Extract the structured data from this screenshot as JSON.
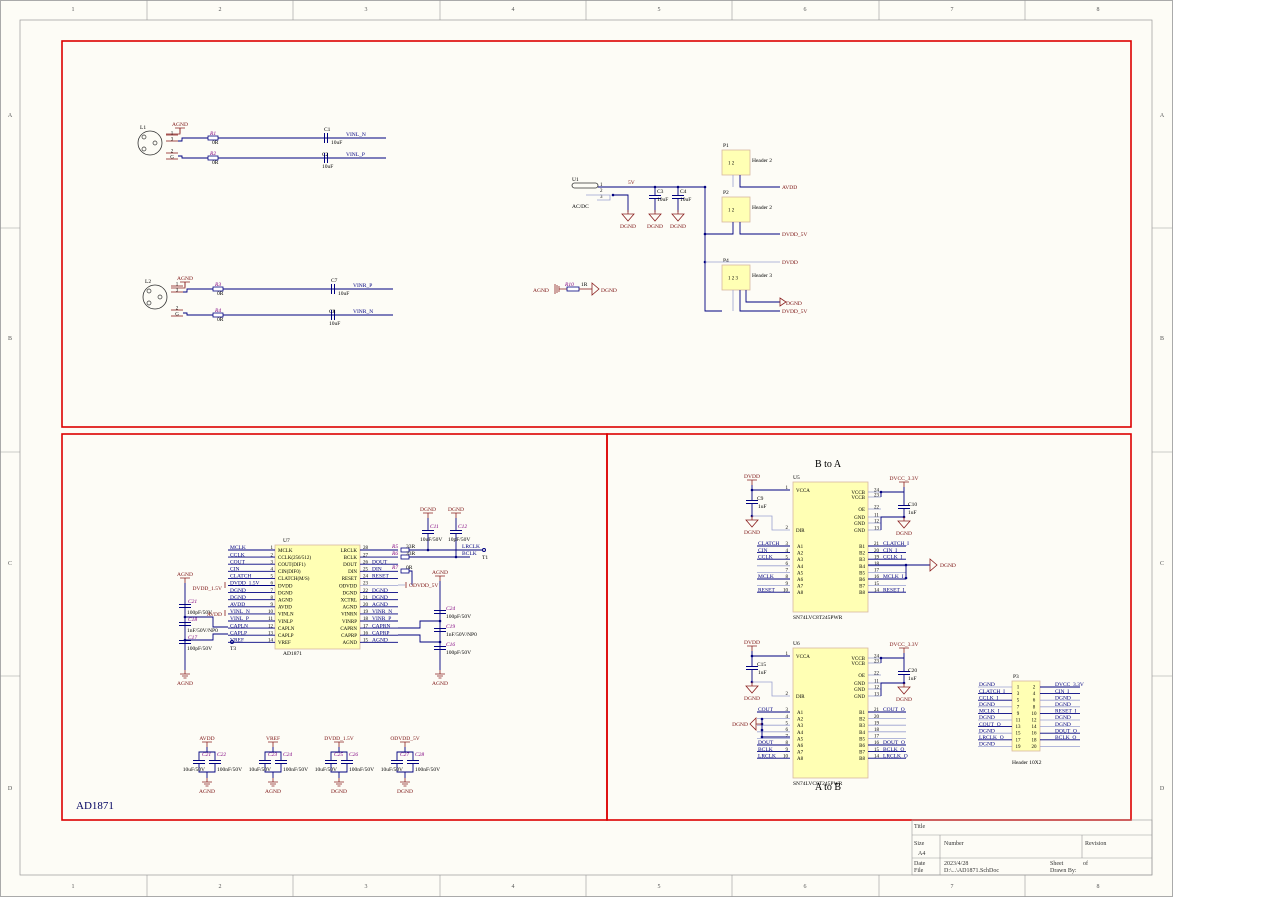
{
  "sheet": {
    "col_labels": [
      "1",
      "2",
      "3",
      "4",
      "5",
      "6",
      "7",
      "8"
    ],
    "row_labels": [
      "A",
      "B",
      "C",
      "D"
    ],
    "section_title": "AD1871"
  },
  "inputs": {
    "l1": {
      "ref": "L1",
      "gnd": "AGND",
      "pins": [
        "1",
        "3",
        "2",
        "G"
      ]
    },
    "r1": {
      "ref": "R1",
      "val": "0R"
    },
    "r2": {
      "ref": "R2",
      "val": "0R"
    },
    "c1": {
      "ref": "C1",
      "val": "10uF",
      "net": "VINL_N"
    },
    "c2": {
      "ref": "C2",
      "val": "10uF",
      "net": "VINL_P"
    },
    "l2": {
      "ref": "L2",
      "gnd": "AGND",
      "pins": [
        "1",
        "3",
        "2",
        "G"
      ]
    },
    "r3": {
      "ref": "R3",
      "val": "0R"
    },
    "r4": {
      "ref": "R4",
      "val": "0R"
    },
    "c7": {
      "ref": "C7",
      "val": "10uF",
      "net": "VINR_P"
    },
    "c8": {
      "ref": "C8",
      "val": "10uF",
      "net": "VINR_N"
    }
  },
  "power": {
    "u1": {
      "ref": "U1",
      "name": "AC/DC",
      "pins": [
        "1",
        "2",
        "3"
      ]
    },
    "net_5v": "5V",
    "c3": {
      "ref": "C3",
      "val": "10uF"
    },
    "c4": {
      "ref": "C4",
      "val": "10uF"
    },
    "grounds": [
      "DGND",
      "DGND",
      "DGND"
    ],
    "p1": {
      "ref": "P1",
      "name": "Header 2",
      "pins": "1  2",
      "net": "AVDD"
    },
    "p2": {
      "ref": "P2",
      "name": "Header 2",
      "pins": "1  2",
      "net": "DVDD_5V"
    },
    "dvdd": "DVDD",
    "p4": {
      "ref": "P4",
      "name": "Header 3",
      "pins": "1  2  3",
      "net1": "DGND",
      "net2": "DVDD_5V"
    },
    "r10": {
      "left": "AGND",
      "ref": "R10",
      "val": "1R",
      "right": "DGND"
    }
  },
  "adc": {
    "u7": {
      "ref": "U7",
      "part": "AD1871"
    },
    "left_pins": [
      {
        "num": "1",
        "name": "MCLK",
        "net": "MCLK"
      },
      {
        "num": "2",
        "name": "CCLK(256/512)",
        "net": "CCLK"
      },
      {
        "num": "3",
        "name": "COUT(DIF1)",
        "net": "COUT"
      },
      {
        "num": "4",
        "name": "CIN(DIF0)",
        "net": "CIN"
      },
      {
        "num": "5",
        "name": "CLATCH(M/S)",
        "net": "CLATCH"
      },
      {
        "num": "6",
        "name": "DVDD",
        "net": "DVDD_1.5V"
      },
      {
        "num": "7",
        "name": "DGND",
        "net": "DGND"
      },
      {
        "num": "8",
        "name": "AGND",
        "net": "DGND"
      },
      {
        "num": "9",
        "name": "AVDD",
        "net": "AVDD"
      },
      {
        "num": "10",
        "name": "VINLN",
        "net": "VINL_N"
      },
      {
        "num": "11",
        "name": "VINLP",
        "net": "VINL_P"
      },
      {
        "num": "12",
        "name": "CAPLN",
        "net": "CAPLN"
      },
      {
        "num": "13",
        "name": "CAPLP",
        "net": "CAPLP"
      },
      {
        "num": "14",
        "name": "VREF",
        "net": "VREF"
      }
    ],
    "right_pins": [
      {
        "num": "28",
        "name": "LRCLK",
        "net": ""
      },
      {
        "num": "27",
        "name": "BCLK",
        "net": ""
      },
      {
        "num": "26",
        "name": "DOUT",
        "net": "DOUT"
      },
      {
        "num": "25",
        "name": "DIN",
        "net": "DIN"
      },
      {
        "num": "24",
        "name": "RESET",
        "net": "RESET"
      },
      {
        "num": "23",
        "name": "ODVDD",
        "net": ""
      },
      {
        "num": "22",
        "name": "DGND",
        "net": "DGND"
      },
      {
        "num": "21",
        "name": "XCTRL",
        "net": "DGND"
      },
      {
        "num": "20",
        "name": "AGND",
        "net": "AGND"
      },
      {
        "num": "19",
        "name": "VINRN",
        "net": "VINR_N"
      },
      {
        "num": "18",
        "name": "VINRP",
        "net": "VINR_P"
      },
      {
        "num": "17",
        "name": "CAPRN",
        "net": "CAPRN"
      },
      {
        "num": "16",
        "name": "CAPRP",
        "net": "CAPRP"
      },
      {
        "num": "15",
        "name": "AGND",
        "net": "AGND"
      }
    ],
    "r5": {
      "ref": "R5",
      "val": "33R"
    },
    "r6": {
      "ref": "R6",
      "val": "33R"
    },
    "r7": {
      "ref": "R7",
      "val": "0R"
    },
    "lrclk": "LRCLK",
    "bclk": "BCLK",
    "t1": "T1",
    "t3": "T3",
    "c11": {
      "ref": "C11",
      "val": "10uF/50V",
      "gnd": "DGND"
    },
    "c12": {
      "ref": "C12",
      "val": "10pF/50V",
      "gnd": "DGND"
    },
    "dvdd15": "DVDD_1.5V",
    "avdd": "AVDD",
    "odvdd": "ODVDD_5V",
    "left_caps": [
      {
        "ref": "C21",
        "val": "100pF/50V"
      },
      {
        "ref": "C18",
        "val": "1nF/50V/NP0"
      },
      {
        "ref": "C17",
        "val": "100pF/50V"
      }
    ],
    "right_caps": [
      {
        "ref": "C24",
        "val": "100pF/50V"
      },
      {
        "ref": "C19",
        "val": "1nF/50V/NP0"
      },
      {
        "ref": "C16",
        "val": "100pF/50V"
      }
    ],
    "agnd": "AGND",
    "decoupling": [
      {
        "rail": "AVDD",
        "c1": "C21",
        "c2": "C22",
        "v1": "10uF/50V",
        "v2": "100nF/50V",
        "gnd": "AGND"
      },
      {
        "rail": "VREF",
        "c1": "C23",
        "c2": "C24",
        "v1": "10uF/50V",
        "v2": "100nF/50V",
        "gnd": "AGND"
      },
      {
        "rail": "DVDD_1.5V",
        "c1": "C25",
        "c2": "C26",
        "v1": "10uF/50V",
        "v2": "100nF/50V",
        "gnd": "DGND"
      },
      {
        "rail": "ODVDD_5V",
        "c1": "C27",
        "c2": "C28",
        "v1": "10uF/50V",
        "v2": "100nF/50V",
        "gnd": "DGND"
      }
    ]
  },
  "shifters": [
    {
      "heading": "B to A",
      "ref": "U5",
      "part": "SN74LVC8T245PWR",
      "vcca_net": "DVDD",
      "vccb_net": "DVCC_3.3V",
      "ca": {
        "ref": "C9",
        "val": "1uF"
      },
      "cb": {
        "ref": "C10",
        "val": "1uF"
      },
      "gnd": "DGND",
      "extra_gnd": "DGND",
      "ctrl_left": [
        {
          "num": "1",
          "name": "VCCA"
        },
        {
          "num": "2",
          "name": "DIR"
        }
      ],
      "ctrl_right": [
        {
          "num": "24",
          "name": "VCCB"
        },
        {
          "num": "23",
          "name": "VCCB"
        },
        {
          "num": "22",
          "name": "OE"
        },
        {
          "num": "11",
          "name": "GND"
        },
        {
          "num": "12",
          "name": "GND"
        },
        {
          "num": "13",
          "name": "GND"
        }
      ],
      "a": [
        {
          "num": "3",
          "name": "A1",
          "net": "CLATCH"
        },
        {
          "num": "4",
          "name": "A2",
          "net": "CIN"
        },
        {
          "num": "5",
          "name": "A3",
          "net": "CCLK"
        },
        {
          "num": "6",
          "name": "A4",
          "net": ""
        },
        {
          "num": "7",
          "name": "A5",
          "net": ""
        },
        {
          "num": "8",
          "name": "A6",
          "net": "MCLK"
        },
        {
          "num": "9",
          "name": "A7",
          "net": ""
        },
        {
          "num": "10",
          "name": "A8",
          "net": "RESET"
        }
      ],
      "b": [
        {
          "num": "21",
          "name": "B1",
          "net": "CLATCH_I"
        },
        {
          "num": "20",
          "name": "B2",
          "net": "CIN_I"
        },
        {
          "num": "19",
          "name": "B3",
          "net": "CCLK_I"
        },
        {
          "num": "18",
          "name": "B4",
          "net": ""
        },
        {
          "num": "17",
          "name": "B5",
          "net": ""
        },
        {
          "num": "16",
          "name": "B6",
          "net": "MCLK_I"
        },
        {
          "num": "15",
          "name": "B7",
          "net": ""
        },
        {
          "num": "14",
          "name": "B8",
          "net": "RESET_I"
        }
      ]
    },
    {
      "heading": "A to B",
      "ref": "U6",
      "part": "SN74LVC8T245PWR",
      "vcca_net": "DVDD",
      "vccb_net": "DVCC_3.3V",
      "ca": {
        "ref": "C15",
        "val": "1uF"
      },
      "cb": {
        "ref": "C20",
        "val": "1uF"
      },
      "gnd": "DGND",
      "extra_gnd": "DGND",
      "ctrl_left": [
        {
          "num": "1",
          "name": "VCCA"
        },
        {
          "num": "2",
          "name": "DIR"
        }
      ],
      "ctrl_right": [
        {
          "num": "24",
          "name": "VCCB"
        },
        {
          "num": "23",
          "name": "VCCB"
        },
        {
          "num": "22",
          "name": "OE"
        },
        {
          "num": "11",
          "name": "GND"
        },
        {
          "num": "12",
          "name": "GND"
        },
        {
          "num": "13",
          "name": "GND"
        }
      ],
      "a": [
        {
          "num": "3",
          "name": "A1",
          "net": "COUT"
        },
        {
          "num": "4",
          "name": "A2",
          "net": ""
        },
        {
          "num": "5",
          "name": "A3",
          "net": ""
        },
        {
          "num": "6",
          "name": "A4",
          "net": ""
        },
        {
          "num": "7",
          "name": "A5",
          "net": ""
        },
        {
          "num": "8",
          "name": "A6",
          "net": "DOUT"
        },
        {
          "num": "9",
          "name": "A7",
          "net": "BCLK"
        },
        {
          "num": "10",
          "name": "A8",
          "net": "LRCLK"
        }
      ],
      "b": [
        {
          "num": "21",
          "name": "B1",
          "net": "COUT_O"
        },
        {
          "num": "20",
          "name": "B2",
          "net": ""
        },
        {
          "num": "19",
          "name": "B3",
          "net": ""
        },
        {
          "num": "18",
          "name": "B4",
          "net": ""
        },
        {
          "num": "17",
          "name": "B5",
          "net": ""
        },
        {
          "num": "16",
          "name": "B6",
          "net": "DOUT_O"
        },
        {
          "num": "15",
          "name": "B7",
          "net": "BCLK_O"
        },
        {
          "num": "14",
          "name": "B8",
          "net": "LRCLK_O"
        }
      ]
    }
  ],
  "header": {
    "ref": "P3",
    "part": "Header 10X2",
    "rows": [
      {
        "l": "1",
        "r": "2",
        "ln": "DGND",
        "rn": "DVCC_3.3V"
      },
      {
        "l": "3",
        "r": "4",
        "ln": "CLATCH_I",
        "rn": "CIN_I"
      },
      {
        "l": "5",
        "r": "6",
        "ln": "CCLK_I",
        "rn": "DGND"
      },
      {
        "l": "7",
        "r": "8",
        "ln": "DGND",
        "rn": "DGND"
      },
      {
        "l": "9",
        "r": "10",
        "ln": "MCLK_I",
        "rn": "RESET_I"
      },
      {
        "l": "11",
        "r": "12",
        "ln": "DGND",
        "rn": "DGND"
      },
      {
        "l": "13",
        "r": "14",
        "ln": "COUT_O",
        "rn": "DGND"
      },
      {
        "l": "15",
        "r": "16",
        "ln": "DGND",
        "rn": "DOUT_O"
      },
      {
        "l": "17",
        "r": "18",
        "ln": "LRCLK_O",
        "rn": "BCLK_O"
      },
      {
        "l": "19",
        "r": "20",
        "ln": "DGND",
        "rn": ""
      }
    ]
  },
  "title_block": {
    "title_label": "Title",
    "size_label": "Size",
    "size": "A4",
    "number_label": "Number",
    "revision_label": "Revision",
    "date_label": "Date",
    "date": "2023/4/28",
    "file_label": "File",
    "file": "D:\\...\\AD1871.SchDoc",
    "sheet_label": "Sheet",
    "sheet": "of",
    "drawn_label": "Drawn By:"
  },
  "colors": {
    "wire": "#000080",
    "frame": "#dd0000",
    "ic_fill": "#ffffb4",
    "label": "#7a1010"
  }
}
